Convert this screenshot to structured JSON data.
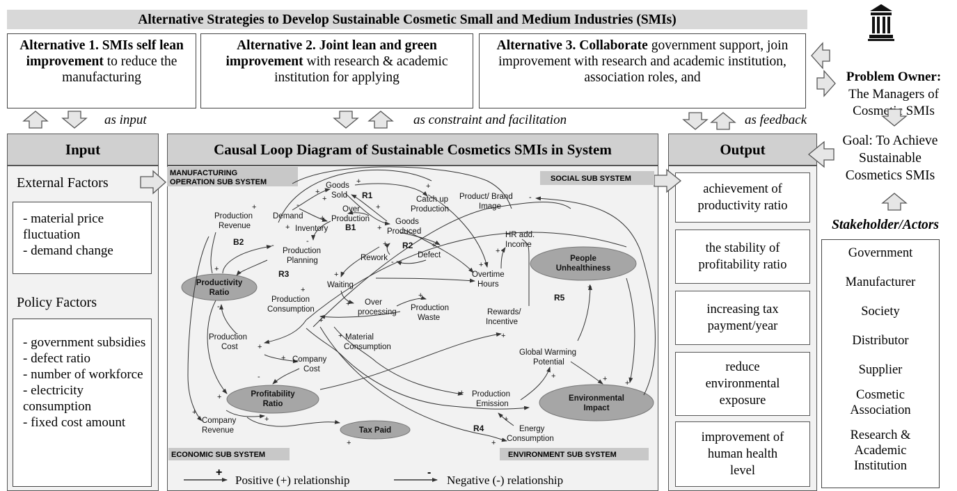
{
  "title": "Alternative Strategies to Develop Sustainable Cosmetic Small and Medium Industries (SMIs)",
  "alternatives": [
    {
      "bold": "Alternative 1. SMIs self lean improvement",
      "rest": " to reduce the manufacturing"
    },
    {
      "bold": "Alternative 2. Joint lean and green improvement",
      "rest": " with research & academic institution for applying"
    },
    {
      "bold": "Alternative 3. Collaborate",
      "rest": " government support, join improvement with research and academic institution, association roles, and"
    }
  ],
  "flows": {
    "input": "as input",
    "constraint": "as constraint and facilitation",
    "feedback": "as feedback"
  },
  "input": {
    "header": "Input",
    "external_label": "External Factors",
    "external_items": [
      "- material price fluctuation",
      "- demand change"
    ],
    "policy_label": "Policy Factors",
    "policy_items": [
      "- government subsidies",
      "- defect ratio",
      "- number of workforce",
      "- electricity consumption",
      "- fixed cost amount"
    ]
  },
  "cld": {
    "header": "Causal Loop Diagram of Sustainable Cosmetics SMIs in System",
    "subsystems": {
      "manufacturing": [
        "MANUFACTURING",
        "OPERATION SUB SYSTEM"
      ],
      "social": "SOCIAL SUB SYSTEM",
      "economic": "ECONOMIC SUB SYSTEM",
      "environment": "ENVIRONMENT SUB SYSTEM"
    },
    "nodes": {
      "goods_sold": [
        "Goods",
        "Sold"
      ],
      "catch_up": [
        "Catch up",
        "Production"
      ],
      "brand_image": [
        "Product/ Brand",
        "Image"
      ],
      "production_revenue": [
        "Production",
        "Revenue"
      ],
      "demand": "Demand",
      "over_production": [
        "Over",
        "Production"
      ],
      "inventory": "Inventory",
      "goods_produced": [
        "Goods",
        "Produced"
      ],
      "production_planning": [
        "Production",
        "Planning"
      ],
      "rework": "Rework",
      "defect": "Defect",
      "hr_income": [
        "HR add.",
        "Income"
      ],
      "people_unhealthiness": [
        "People",
        "Unhealthiness"
      ],
      "productivity_ratio": [
        "Productivity",
        "Ratio"
      ],
      "waiting": "Waiting",
      "overtime_hours": [
        "Overtime",
        "Hours"
      ],
      "production_consumption": [
        "Production",
        "Consumption"
      ],
      "over_processing": [
        "Over",
        "processing"
      ],
      "production_waste": [
        "Production",
        "Waste"
      ],
      "rewards": [
        "Rewards/",
        "Incentive"
      ],
      "production_cost": [
        "Production",
        "Cost"
      ],
      "material_consumption": [
        "Material",
        "Consumption"
      ],
      "global_warming": [
        "Global Warming",
        "Potential"
      ],
      "company_cost": [
        "Company",
        "Cost"
      ],
      "profitability_ratio": [
        "Profitability",
        "Ratio"
      ],
      "production_emission": [
        "Production",
        "Emission"
      ],
      "environmental_impact": [
        "Environmental",
        "Impact"
      ],
      "company_revenue": [
        "Company",
        "Revenue"
      ],
      "tax_paid": "Tax Paid",
      "energy_consumption": [
        "Energy",
        "Consumption"
      ]
    },
    "loops": [
      "R1",
      "B1",
      "B2",
      "R2",
      "R3",
      "R4",
      "R5"
    ],
    "legend": {
      "positive": "Positive (+) relationship",
      "negative": "Negative (-) relationship",
      "plus": "+",
      "minus": "-"
    }
  },
  "output": {
    "header": "Output",
    "items": [
      [
        "achievement of",
        "productivity ratio"
      ],
      [
        "the stability of",
        "profitability ratio"
      ],
      [
        "increasing tax",
        "payment/year"
      ],
      [
        "reduce",
        "environmental",
        "exposure"
      ],
      [
        "improvement of",
        "human health",
        "level"
      ]
    ]
  },
  "right": {
    "icon": "institution-icon",
    "problem_owner_label": "Problem Owner:",
    "problem_owner_text": [
      "The Managers of",
      "Cosmetic SMIs"
    ],
    "goal": [
      "Goal: To Achieve",
      "Sustainable",
      "Cosmetics SMIs"
    ],
    "stakeholder_label": "Stakeholder/Actors",
    "stakeholders": [
      "Government",
      "Manufacturer",
      "Society",
      "Distributor",
      "Supplier",
      "Cosmetic",
      "Association",
      "Research &",
      "Academic",
      "Institution"
    ]
  }
}
